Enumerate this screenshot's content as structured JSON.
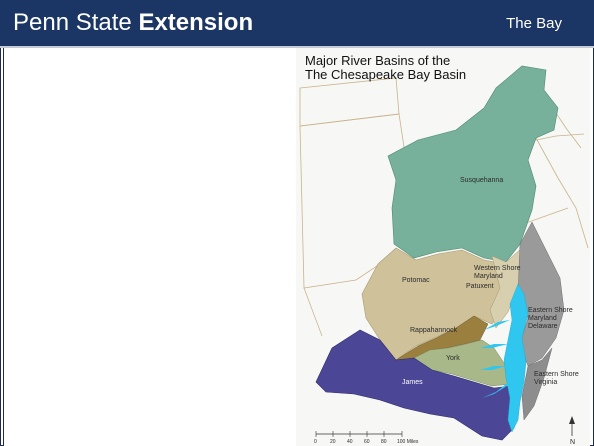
{
  "header": {
    "brand_regular": "Penn State ",
    "brand_bold": "Extension",
    "section_title": "The Bay",
    "bg_color": "#1b3565"
  },
  "map": {
    "title_line1": "Major River Basins of the",
    "title_line2": "The Chesapeake Bay Basin",
    "basins": {
      "susquehanna": "Susquehanna",
      "western_shore": "Western Shore",
      "western_shore_line2": "Maryland",
      "patuxent": "Patuxent",
      "potomac": "Potomac",
      "eastern_shore_md": "Eastern Shore",
      "eastern_shore_md_line2": "Maryland",
      "eastern_shore_md_line3": "Delaware",
      "rappahannock": "Rappahannock",
      "york": "York",
      "eastern_shore_va": "Eastern Shore",
      "eastern_shore_va_line2": "Virginia",
      "james": "James"
    },
    "scale_labels": [
      "0",
      "20",
      "40",
      "60",
      "80",
      "100 Miles"
    ],
    "north_label": "N",
    "colors": {
      "susquehanna": "#77b19b",
      "potomac": "#cfc19a",
      "rappahannock": "#9a7f3e",
      "york": "#a8b889",
      "james": "#4b4796",
      "eastern_shore": "#9a9a9a",
      "western_shore": "#d8cfae",
      "water": "#2fc7ef"
    }
  }
}
